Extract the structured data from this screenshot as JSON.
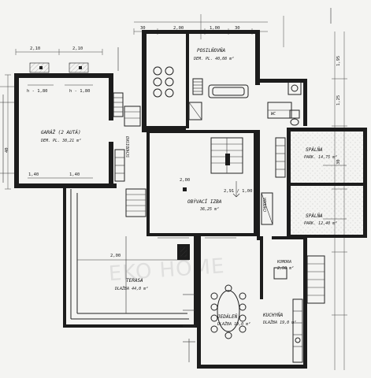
{
  "rooms": {
    "garage": {
      "name": "GARÁŽ (2 AUTÁ)",
      "area": "DEM. PL. 38,21 m²"
    },
    "living": {
      "name": "OBÝVACÍ IZBA",
      "area": "36,25 m²"
    },
    "fitness": {
      "name": "POSILŇOVŇA",
      "area": "DEM. PL. 40,08 m²"
    },
    "bedroom1": {
      "name": "SPÁLŇA",
      "area": "PARK. 14,75 m²"
    },
    "bedroom2": {
      "name": "SPÁLŇA",
      "area": "PARK. 12,40 m²"
    },
    "terrace": {
      "name": "TERASA",
      "area": "DLAŽBA 44,0 m²"
    },
    "dining": {
      "name": "JEDÁLEŇ",
      "area": "DLAŽBA 19,0 m²"
    },
    "kitchen": {
      "name": "KUCHYŇA",
      "area": "DLAŽBA 19,0 m²"
    },
    "pantry": {
      "name": "KOMORA",
      "area": "2,50 m²"
    },
    "bath": {
      "name": "WC",
      "area": ""
    },
    "hall": {
      "name": "CHODBA",
      "area": ""
    },
    "stair": {
      "name": "SCHODISKO",
      "area": ""
    }
  },
  "dims": {
    "top_a": "2,10",
    "top_b": "2,10",
    "top_c": "30",
    "top_d": "2,00",
    "top_e": "1,00",
    "top_f": "30",
    "garage_w1": "h - 1,80",
    "garage_w2": "h - 1,80",
    "living_w": "2,00",
    "terrace_w": "2,00",
    "right_a": "1,95",
    "right_b": "1,25",
    "right_c": "30",
    "left_a": "40",
    "bottom_a": "1,40",
    "bottom_b": "1,40",
    "stair_mark": "2,91 / 1,00"
  },
  "watermark": "EKO HOME"
}
